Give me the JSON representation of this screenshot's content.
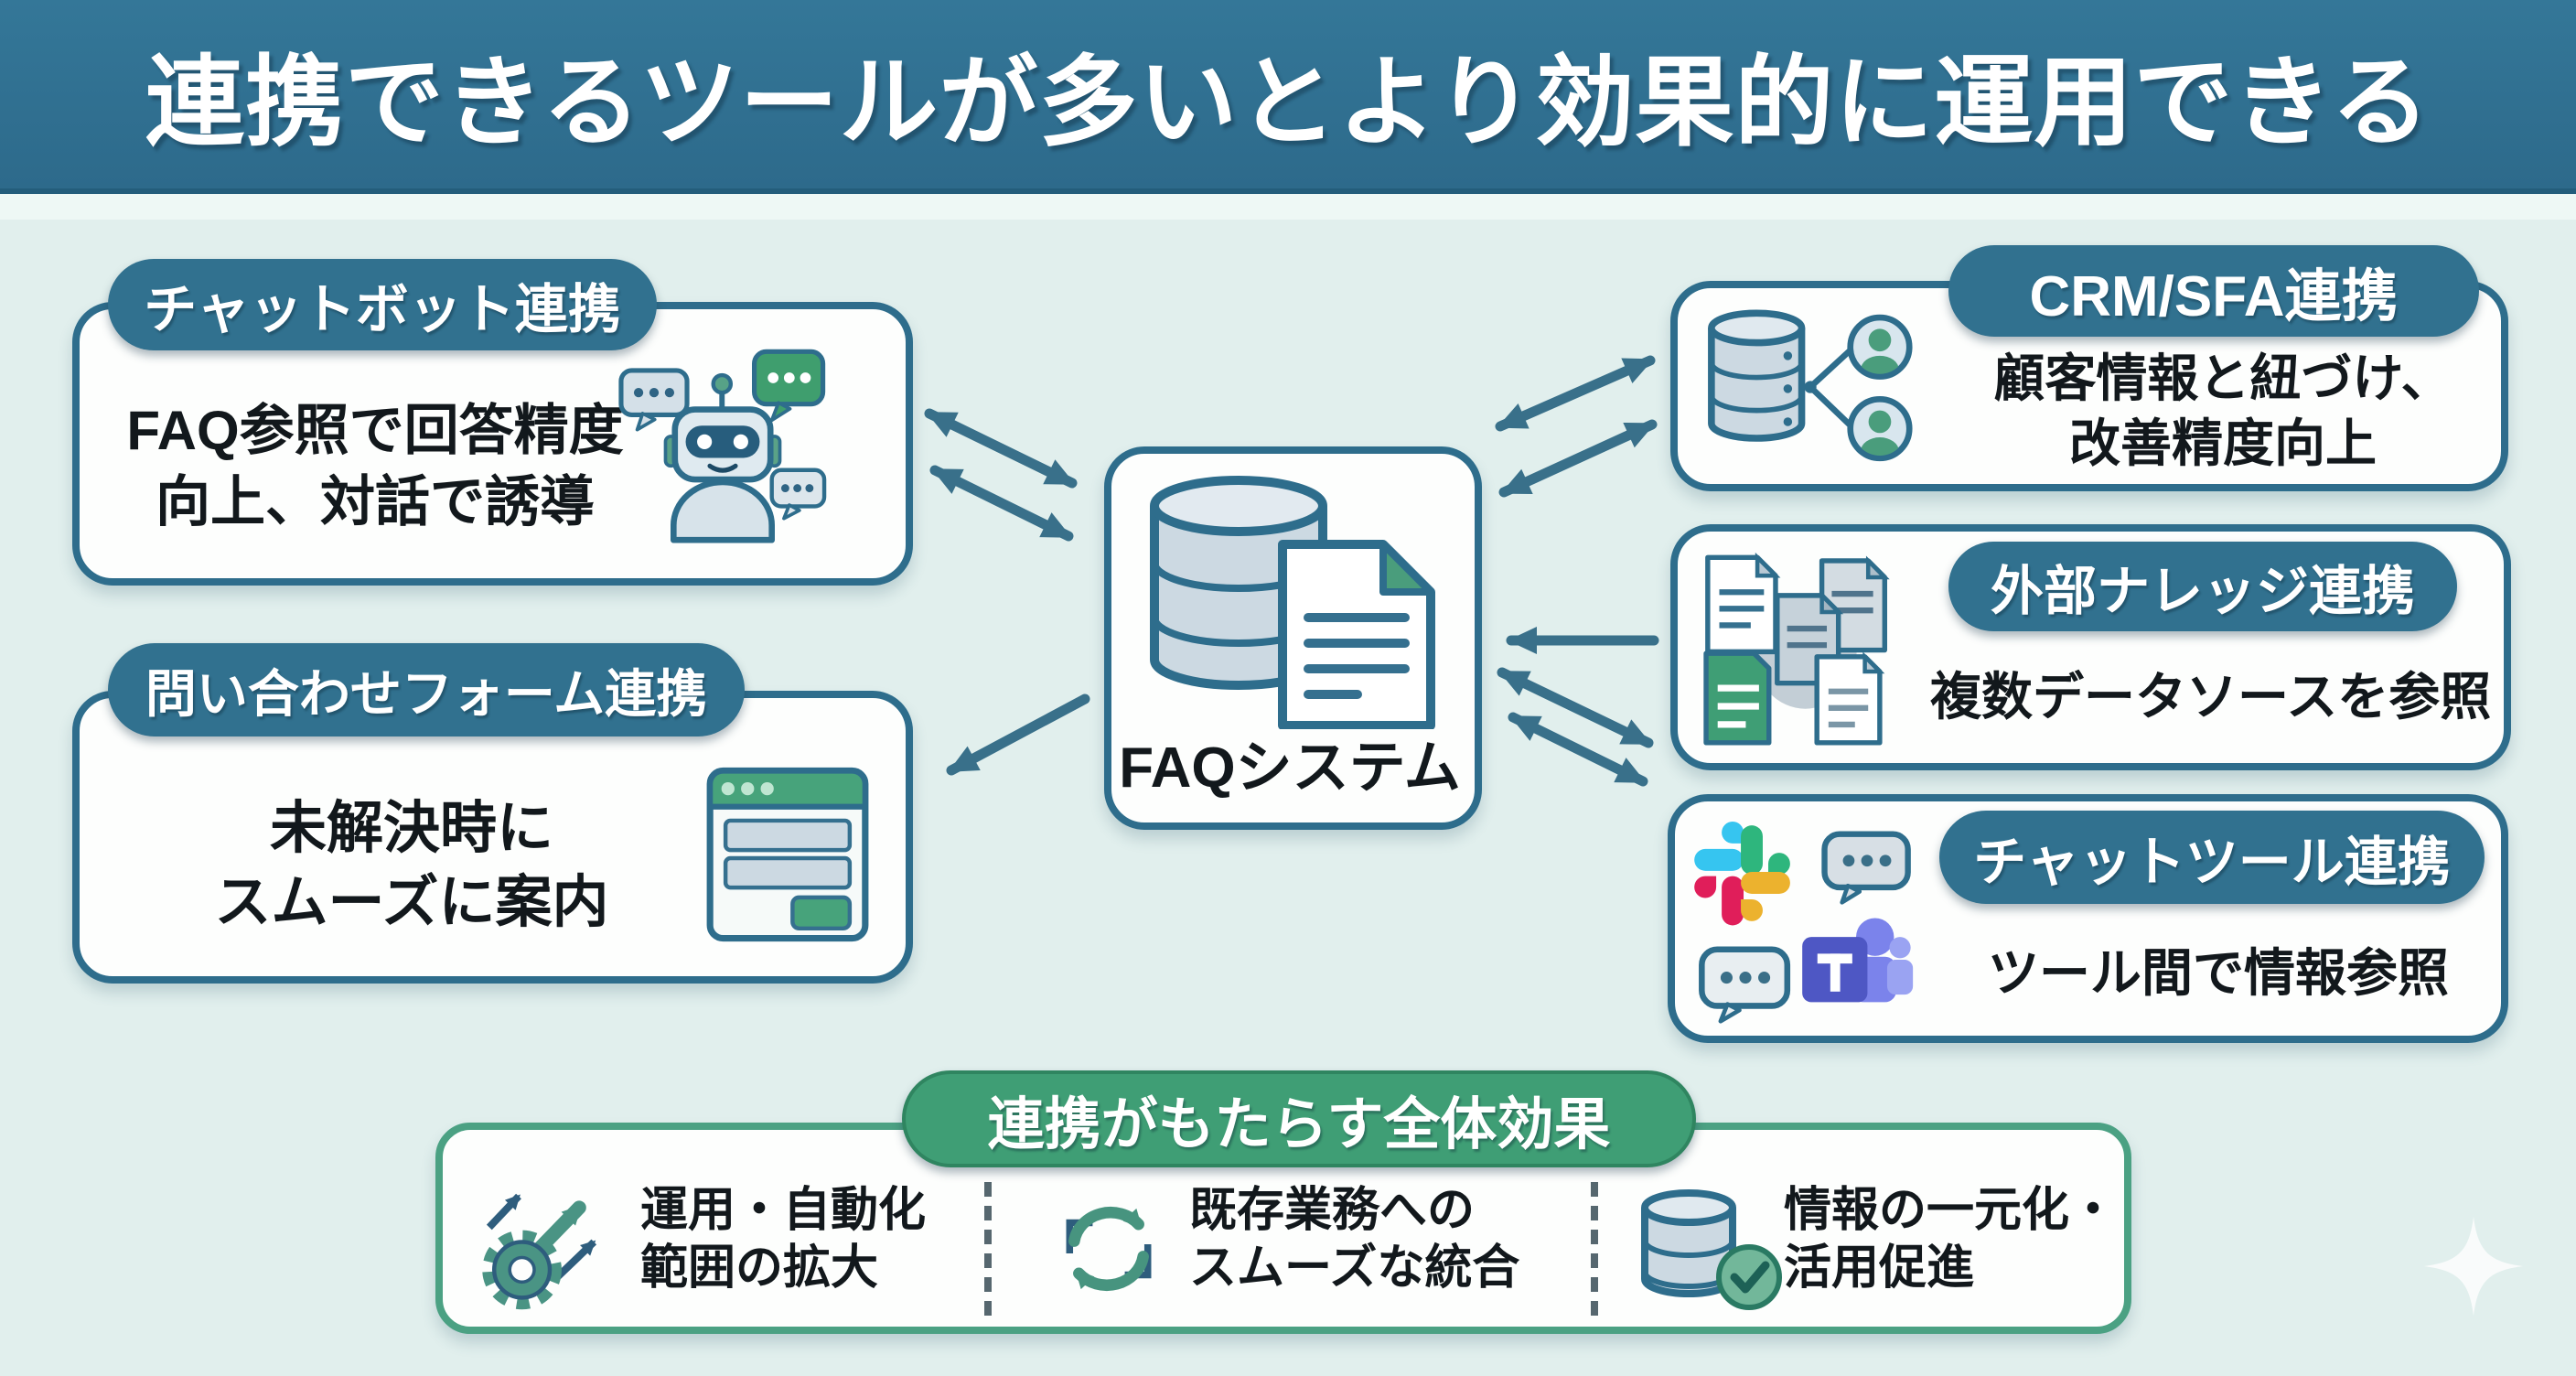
{
  "title": "連携できるツールが多いとより効果的に運用できる",
  "center_box": {
    "label": "FAQシステム",
    "icon": "database-document-icon"
  },
  "left_boxes": [
    {
      "id": "chatbot",
      "pill": "チャットボット連携",
      "line1": "FAQ参照で回答精度",
      "line2": "向上、対話で誘導",
      "icon": "robot-chat-icon"
    },
    {
      "id": "form",
      "pill": "問い合わせフォーム連携",
      "line1": "未解決時に",
      "line2": "スムーズに案内",
      "icon": "form-window-icon"
    }
  ],
  "right_boxes": [
    {
      "id": "crm",
      "pill": "CRM/SFA連携",
      "line1": "顧客情報と紐づけ、",
      "line2": "改善精度向上",
      "icon": "database-users-icon"
    },
    {
      "id": "knowledge",
      "pill": "外部ナレッジ連携",
      "line1": "複数データソースを参照",
      "icon": "documents-stack-icon"
    },
    {
      "id": "chat",
      "pill": "チャットツール連携",
      "line1": "ツール間で情報参照",
      "icons": [
        "slack-icon",
        "chat-bubble-icon",
        "teams-icon"
      ]
    }
  ],
  "effects": {
    "pill": "連携がもたらす全体効果",
    "items": [
      {
        "line1": "運用・自動化",
        "line2": "範囲の拡大",
        "icon": "gear-growth-icon"
      },
      {
        "line1": "既存業務への",
        "line2": "スムーズな統合",
        "icon": "sync-arrows-icon"
      },
      {
        "line1": "情報の一元化・",
        "line2": "活用促進",
        "icon": "database-check-icon"
      }
    ]
  },
  "decorations": {
    "sparkle": "sparkle-icon"
  },
  "colors": {
    "header_bg": "#2f6f8f",
    "pill_bg": "#31718f",
    "background": "#e1efed",
    "box_bg": "#fdfefd",
    "box_border": "#2e6d8c",
    "arrow": "#39708a",
    "text": "#12181c",
    "green_accent": "#3f9e75",
    "effects_border": "#4ba183",
    "slack_blue": "#36C5F0",
    "slack_green": "#2EB67D",
    "slack_red": "#E01E5A",
    "slack_yellow": "#ECB22E",
    "teams_purple": "#4E57C4"
  }
}
